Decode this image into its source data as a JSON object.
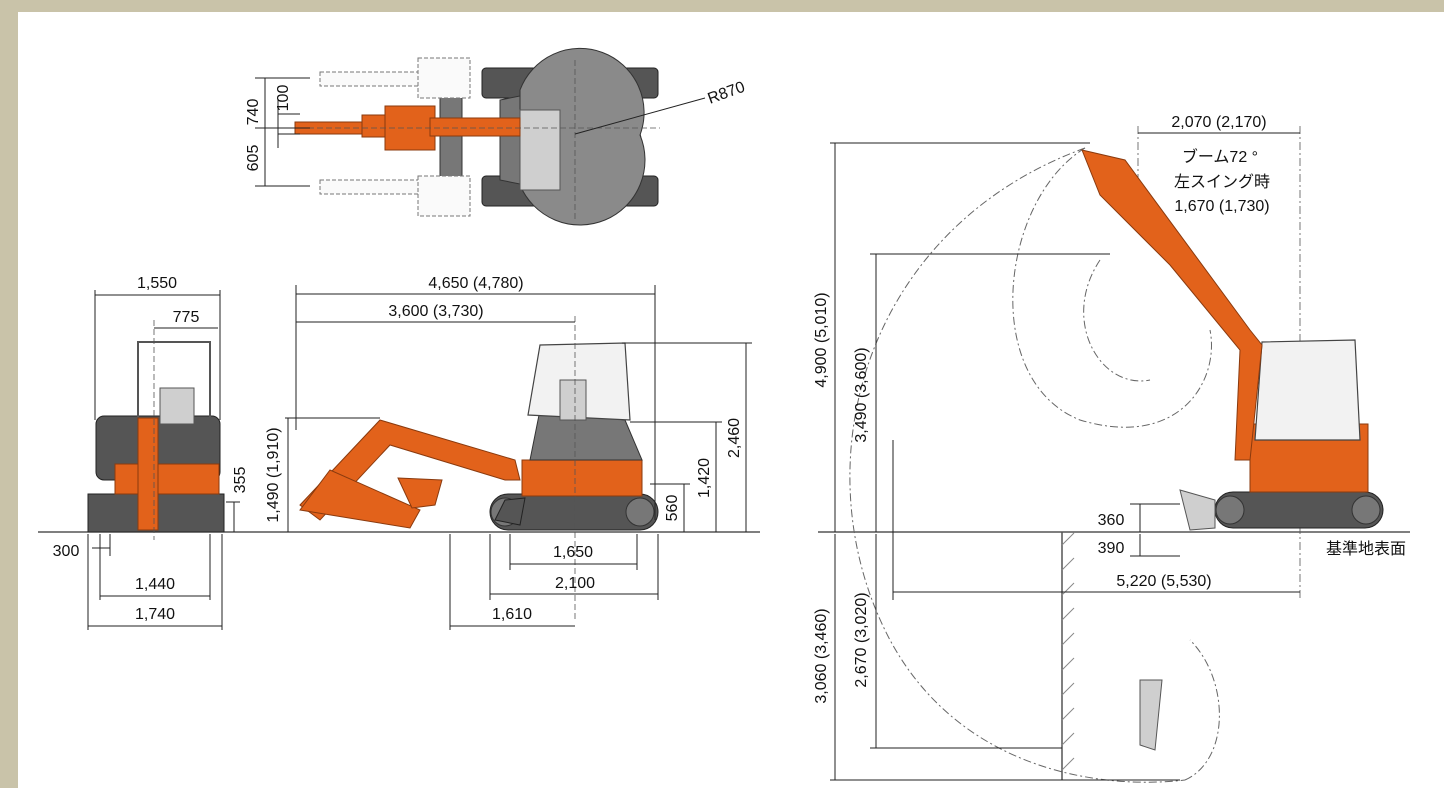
{
  "dimensions": {
    "top_view": {
      "d740": "740",
      "d100": "100",
      "d605": "605",
      "r870": "R870"
    },
    "front_view": {
      "width_1550": "1,550",
      "half_775": "775",
      "h355": "355",
      "d300": "300",
      "d1440": "1,440",
      "d1740": "1,740"
    },
    "side_view": {
      "len_4650": "4,650 (4,780)",
      "len_3600": "3,600 (3,730)",
      "h1490": "1,490 (1,910)",
      "h560": "560",
      "h1420": "1,420",
      "h2460": "2,460",
      "d1650": "1,650",
      "d2100": "2,100",
      "d1610": "1,610"
    },
    "working_range": {
      "d2070": "2,070 (2,170)",
      "note_line1": "ブーム72 °",
      "note_line2": "左スイング時",
      "note_line3": "1,670 (1,730)",
      "h4900": "4,900 (5,010)",
      "h3490": "3,490 (3,600)",
      "d360": "360",
      "d390": "390",
      "ground_label": "基準地表面",
      "d5220": "5,220 (5,530)",
      "d3060": "3,060 (3,460)",
      "d2670": "2,670 (3,020)"
    }
  },
  "colors": {
    "machine_orange": "#e2621b",
    "background_frame": "#c9c3a9",
    "body_gray": "#777777"
  }
}
